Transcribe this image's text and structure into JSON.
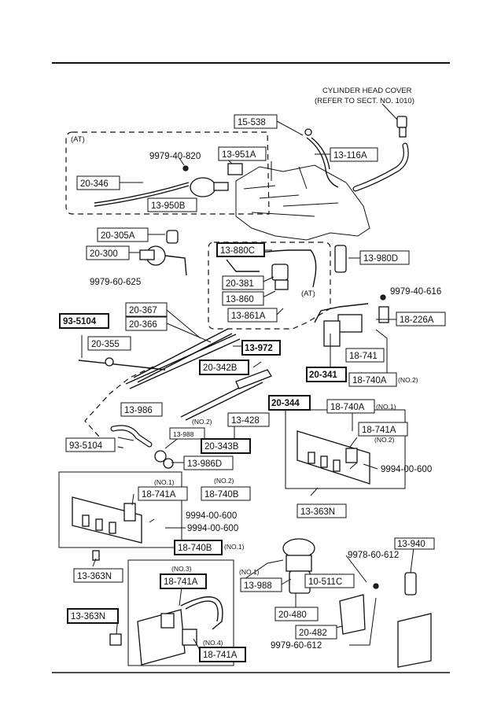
{
  "notes": {
    "head_cover_line1": "CYLINDER HEAD COVER",
    "head_cover_line2": "(REFER TO SECT. NO. 1010)",
    "at_upper": "(AT)",
    "at_lower": "(AT)"
  },
  "parts": {
    "p15_538": "15-538",
    "p13_116a": "13-116A",
    "p9979_40_820": "9979-40-820",
    "p13_951a": "13-951A",
    "p20_346": "20-346",
    "p13_950b": "13-950B",
    "p20_305a": "20-305A",
    "p20_300": "20-300",
    "p9979_60_625": "9979-60-625",
    "p13_880c": "13-880C",
    "p13_980d": "13-980D",
    "p20_381": "20-381",
    "p13_860": "13-860",
    "p13_861a": "13-861A",
    "p9979_40_616": "9979-40-616",
    "p20_367": "20-367",
    "p20_366": "20-366",
    "p93_5104_top": "93-5104",
    "p20_355": "20-355",
    "p13_972": "13-972",
    "p18_226a": "18-226A",
    "p18_741": "18-741",
    "p20_342b": "20-342B",
    "p20_341": "20-341",
    "p18_740a_top": "18-740A",
    "p18_740a_top_note": "(NO.2)",
    "p13_986": "13-986",
    "p20_344": "20-344",
    "p18_740a_mid": "18-740A",
    "p18_740a_mid_note": "(NO.1)",
    "no2_hose": "(NO.2)",
    "p13_428": "13-428",
    "p13_988_small": "13-988",
    "p20_343b": "20-343B",
    "p18_741a_right": "18-741A",
    "no2_right": "(NO.2)",
    "p93_5104_bot": "93-5104",
    "p13_986d": "13-986D",
    "p9994_00_600_right": "9994-00-600",
    "no1_left": "(NO.1)",
    "no2_left": "(NO.2)",
    "p18_741a_left": "18-741A",
    "p18_740b_left": "18-740B",
    "p13_363n_right": "13-363N",
    "p9994_00_600_a": "9994-00-600",
    "p9994_00_600_b": "9994-00-600",
    "p18_740b_bot": "18-740B",
    "p18_740b_bot_note": "(NO.1)",
    "p13_940": "13-940",
    "p9978_60_612": "9978-60-612",
    "p13_363n_left": "13-363N",
    "no3": "(NO.3)",
    "p18_741a_no3": "18-741A",
    "no1_mid": "(NO.1)",
    "p13_988": "13-988",
    "p10_511c": "10-511C",
    "p20_480": "20-480",
    "p20_482": "20-482",
    "p13_363n_bot": "13-363N",
    "no4": "(NO.4)",
    "p18_741a_no4": "18-741A",
    "p9979_60_612": "9979-60-612"
  }
}
